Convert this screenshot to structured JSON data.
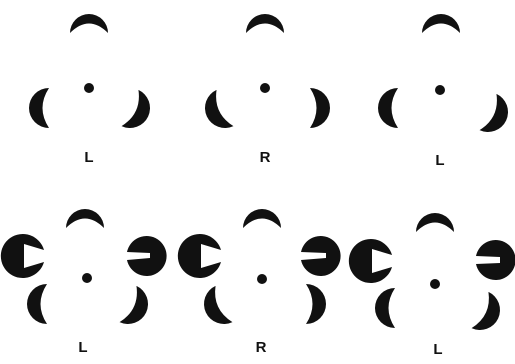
{
  "panels": [
    {
      "label": "L",
      "fixation_dot": true,
      "has_side_disks": false
    },
    {
      "label": "R",
      "fixation_dot": true,
      "has_side_disks": false
    },
    {
      "label": "L",
      "fixation_dot": true,
      "has_side_disks": false
    },
    {
      "label": "L",
      "fixation_dot": true,
      "has_side_disks": true
    },
    {
      "label": "R",
      "fixation_dot": true,
      "has_side_disks": true
    },
    {
      "label": "L",
      "fixation_dot": true,
      "has_side_disks": true
    }
  ],
  "colors": {
    "ink": "#111111",
    "background": "#ffffff"
  }
}
